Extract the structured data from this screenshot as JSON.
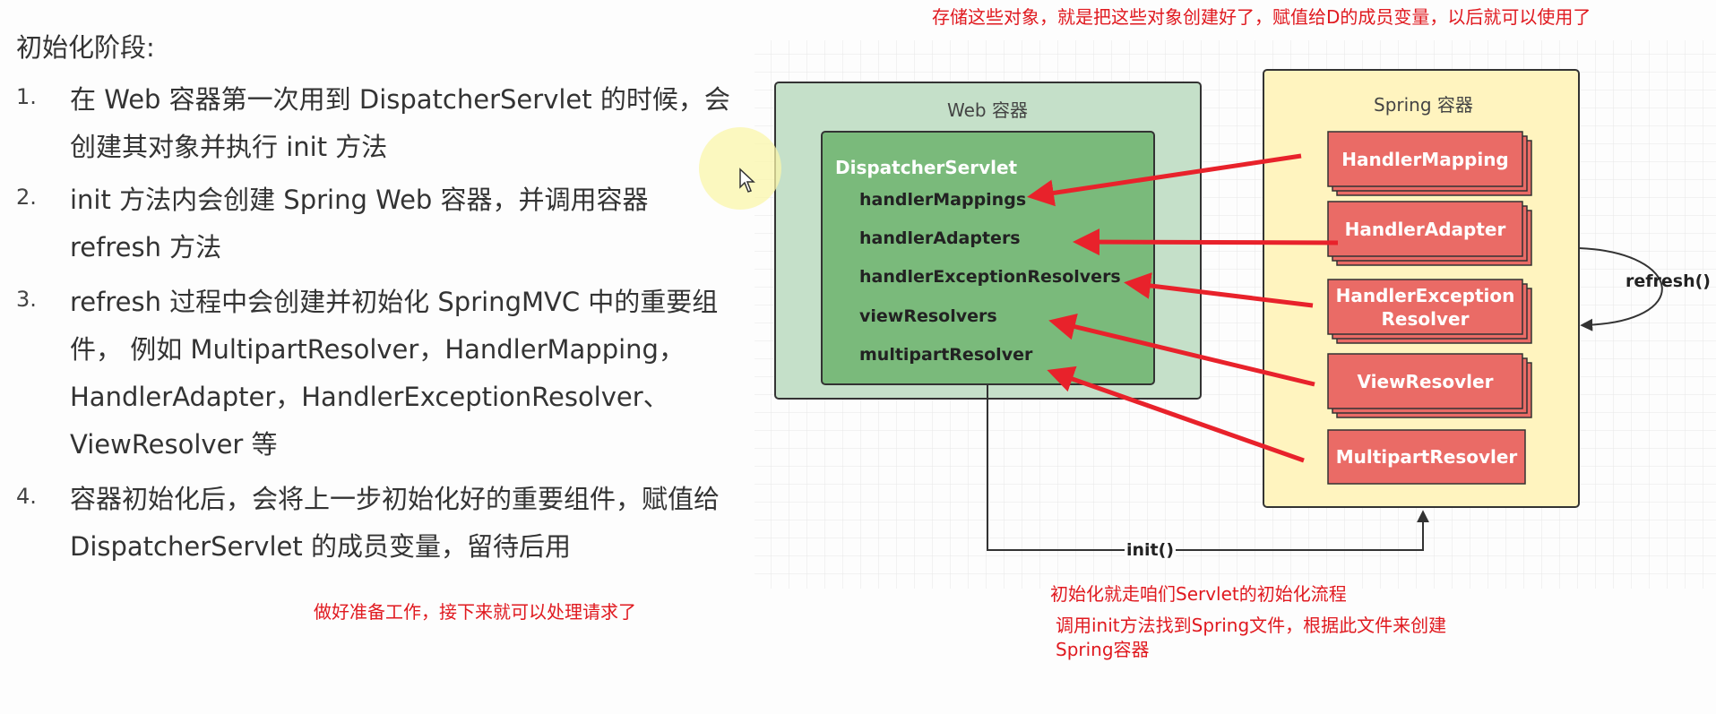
{
  "left": {
    "title": "初始化阶段:",
    "steps": [
      {
        "num": "1.",
        "lines": [
          "在 Web 容器第一次用到 DispatcherServlet 的时候，会",
          "创建其对象并执行 init 方法"
        ]
      },
      {
        "num": "2.",
        "lines": [
          "init 方法内会创建 Spring Web 容器，并调用容器",
          "refresh 方法"
        ]
      },
      {
        "num": "3.",
        "lines": [
          "refresh 过程中会创建并初始化 SpringMVC 中的重要组",
          "件， 例如 MultipartResolver，HandlerMapping，",
          "HandlerAdapter，HandlerExceptionResolver、",
          "ViewResolver 等"
        ]
      },
      {
        "num": "4.",
        "lines": [
          "容器初始化后，会将上一步初始化好的重要组件，赋值给",
          "DispatcherServlet 的成员变量，留待后用"
        ]
      }
    ],
    "bottom_note": "做好准备工作，接下来就可以处理请求了"
  },
  "annotations": {
    "top_note": "存储这些对象，就是把这些对象创建好了，赋值给D的成员变量，以后就可以使用了",
    "init_note": "初始化就走咱们Servlet的初始化流程",
    "spring_note_line1": "调用init方法找到Spring文件，根据此文件来创建",
    "spring_note_line2": "Spring容器"
  },
  "diagram": {
    "web_container_label": "Web 容器",
    "spring_container_label": "Spring 容器",
    "dispatcher_title": "DispatcherServlet",
    "dispatcher_fields": [
      "handlerMappings",
      "handlerAdapters",
      "handlerExceptionResolvers",
      "viewResolvers",
      "multipartResolver"
    ],
    "components": [
      "HandlerMapping",
      "HandlerAdapter",
      "HandlerException\nResolver",
      "ViewResovler",
      "MultipartResovler"
    ],
    "refresh_label": "refresh()",
    "init_label": "init()",
    "colors": {
      "web_container_fill": "#c5e0c9",
      "dispatcher_fill": "#7aba7b",
      "spring_container_fill": "#fff4bf",
      "component_fill": "#ea6b66",
      "arrow_red": "#e8222b",
      "note_red": "#e0191f"
    }
  }
}
